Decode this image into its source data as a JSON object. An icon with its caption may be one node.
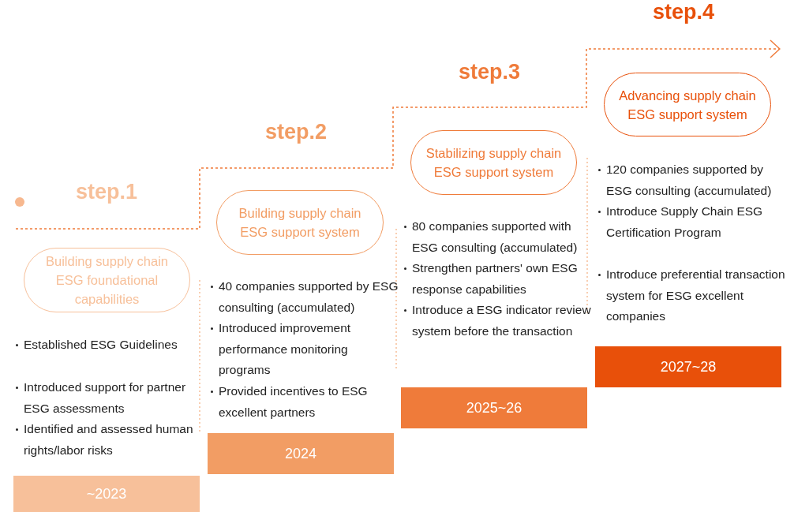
{
  "diagram": {
    "nodes": [
      {
        "text": [
          "Building supply chain ESG foundational capabilities"
        ],
        "beside": [
          "step.1"
        ]
      },
      {
        "text": [
          "Building supply chain ESG support system"
        ],
        "beside": [
          "step.2"
        ]
      },
      {
        "text": [
          "Stabilizing supply chain ESG support system"
        ],
        "beside": [
          "step.3"
        ]
      },
      {
        "text": [
          "Advancing supply chain ESG support system"
        ],
        "beside": [
          "step.4"
        ]
      },
      {
        "text": [
          "~2023"
        ]
      },
      {
        "text": [
          "2024"
        ]
      },
      {
        "text": [
          "2025~26"
        ]
      },
      {
        "text": [
          "2027~28"
        ]
      }
    ],
    "labels": [
      "Established ESG Guidelines",
      "Introduced support for partner ESG assessments",
      "Identified and assessed human rights/labor risks",
      "40 companies supported by ESG consulting (accumulated)",
      "Introduced improvement performance monitoring programs",
      "Provided incentives to ESG excellent partners",
      "80 companies supported with ESG consulting (accumulated)",
      "Strengthen partners' own ESG response capabilities",
      "Introduce a ESG indicator review system before the transaction",
      "120 companies supported by ESG consulting (accumulated)",
      "Introduce Supply Chain ESG Certification Program",
      "Introduce preferential transaction system for ESG excellent companies"
    ]
  }
}
